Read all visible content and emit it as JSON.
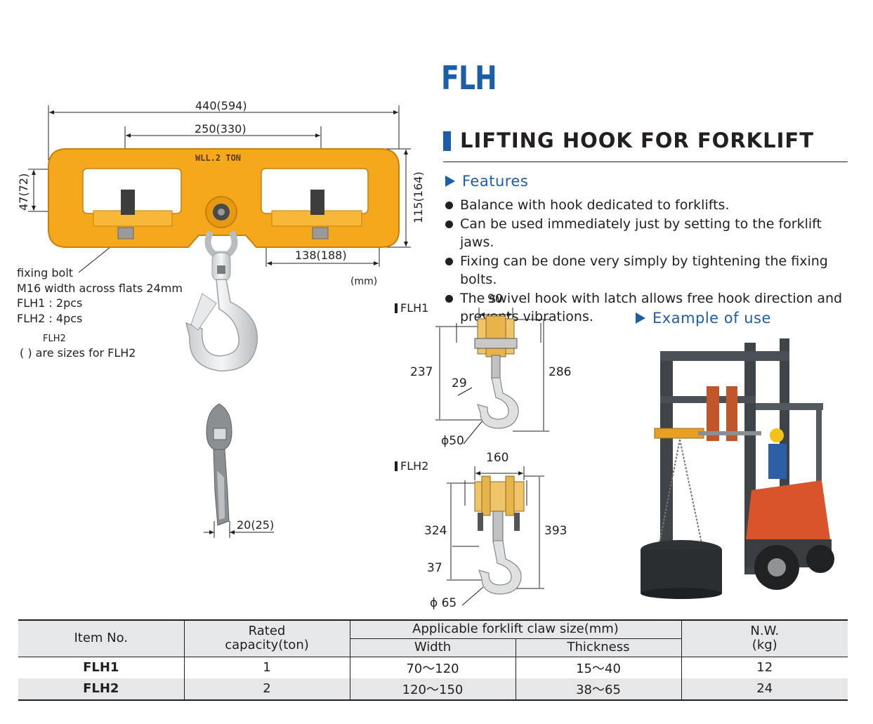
{
  "header": {
    "title": "FLH",
    "subtitle": "LIFTING HOOK FOR FORKLIFT"
  },
  "features": {
    "heading": "Features",
    "items": [
      "Balance with hook dedicated to forklifts.",
      "Can be used immediately just by setting to the forklift jaws.",
      "Fixing can be done very simply by tightening the fixing bolts.",
      "The swivel hook with latch allows free hook direction and prevents vibrations."
    ]
  },
  "example_heading": "Example of use",
  "main_drawing": {
    "dim_overall": "440(594)",
    "dim_pitch": "250(330)",
    "dim_left_height": "47(72)",
    "dim_right_height": "115(164)",
    "dim_opening": "138(188)",
    "unit": "(mm)",
    "plate_text": "WLL.2 TON",
    "bolt_note": [
      "fixing bolt",
      "M16 width across flats 24mm",
      "FLH1 : 2pcs",
      "FLH2 : 4pcs"
    ],
    "size_note_small": "FLH2",
    "size_note": "( ) are sizes for FLH2",
    "side_dim": "20(25)"
  },
  "flh1": {
    "label": "FLH1",
    "width": "90",
    "h_left": "237",
    "h_right": "286",
    "throat": "29",
    "hook_dia": "ϕ50"
  },
  "flh2": {
    "label": "FLH2",
    "width": "160",
    "h_left": "324",
    "h_right": "393",
    "throat": "37",
    "hook_dia": "ϕ 65"
  },
  "table": {
    "headers": {
      "item": "Item No.",
      "rated_line1": "Rated",
      "rated_line2": "capacity(ton)",
      "claw": "Applicable forklift claw size(mm)",
      "width": "Width",
      "thickness": "Thickness",
      "nw_line1": "N.W.",
      "nw_line2": "(kg)"
    },
    "rows": [
      {
        "item": "FLH1",
        "capacity": "1",
        "width": "70～120",
        "thickness": "15～40",
        "nw": "12"
      },
      {
        "item": "FLH2",
        "capacity": "2",
        "width": "120～150",
        "thickness": "38～65",
        "nw": "24"
      }
    ]
  },
  "colors": {
    "accent_blue": "#1d5ea8",
    "beam_yellow": "#f5a81c",
    "table_shade": "#e6e7e8"
  }
}
